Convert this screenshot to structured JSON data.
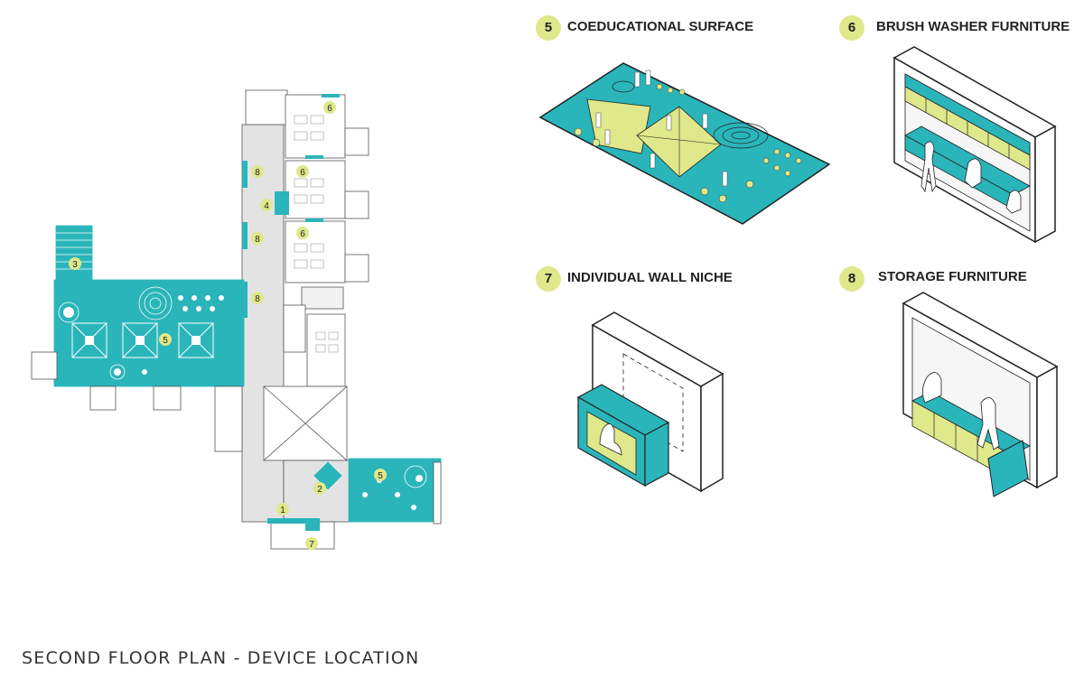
{
  "caption": "SECOND FLOOR PLAN - DEVICE LOCATION",
  "colors": {
    "teal": "#2ab5bb",
    "lime": "#dfe88a",
    "outline": "#222222",
    "floor": "#e3e3e3"
  },
  "legend": [
    {
      "number": "5",
      "title": "COEDUCATIONAL SURFACE"
    },
    {
      "number": "6",
      "title": "BRUSH WASHER FURNITURE"
    },
    {
      "number": "7",
      "title": "INDIVIDUAL WALL NICHE"
    },
    {
      "number": "8",
      "title": "STORAGE FURNITURE"
    }
  ],
  "plan_markers": [
    "1",
    "2",
    "3",
    "4",
    "5",
    "5",
    "6",
    "6",
    "6",
    "7",
    "8",
    "8",
    "8"
  ]
}
